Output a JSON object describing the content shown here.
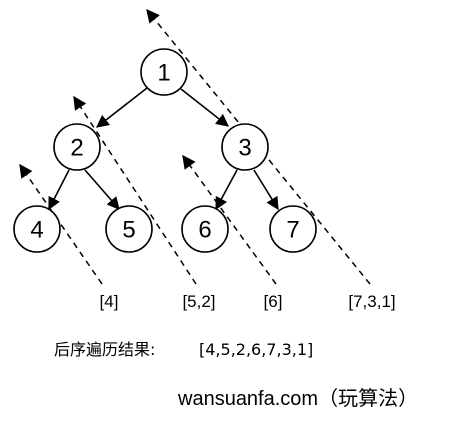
{
  "nodes": [
    {
      "label": "1"
    },
    {
      "label": "2"
    },
    {
      "label": "3"
    },
    {
      "label": "4"
    },
    {
      "label": "5"
    },
    {
      "label": "6"
    },
    {
      "label": "7"
    }
  ],
  "group_labels": [
    "[4]",
    "[5,2]",
    "[6]",
    "[7,3,1]"
  ],
  "result": {
    "prefix": "后序遍历结果:",
    "value": "[4,5,2,6,7,3,1]"
  },
  "footer": "wansuanfa.com（玩算法）"
}
